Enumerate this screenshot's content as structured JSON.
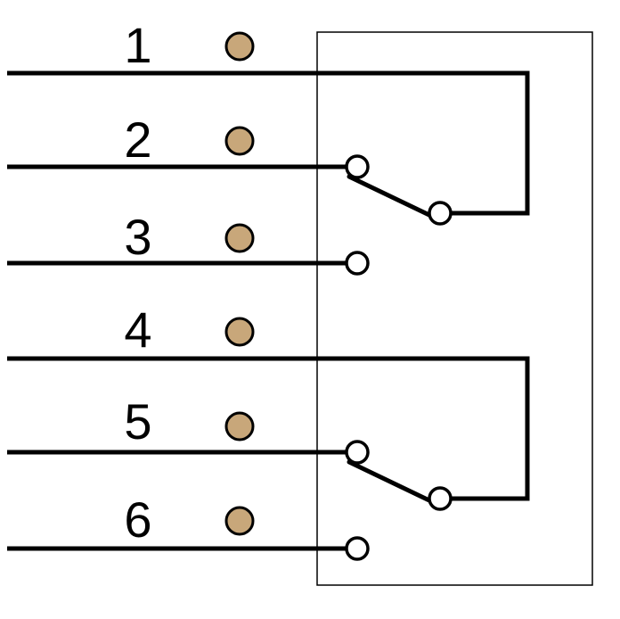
{
  "diagram": {
    "pins": [
      {
        "label": "1"
      },
      {
        "label": "2"
      },
      {
        "label": "3"
      },
      {
        "label": "4"
      },
      {
        "label": "5"
      },
      {
        "label": "6"
      }
    ],
    "colors": {
      "wire": "#000000",
      "pin_dot_fill": "#c8a77a",
      "pin_dot_stroke": "#000000",
      "enclosure_stroke": "#000000",
      "contact_fill": "#ffffff"
    }
  }
}
